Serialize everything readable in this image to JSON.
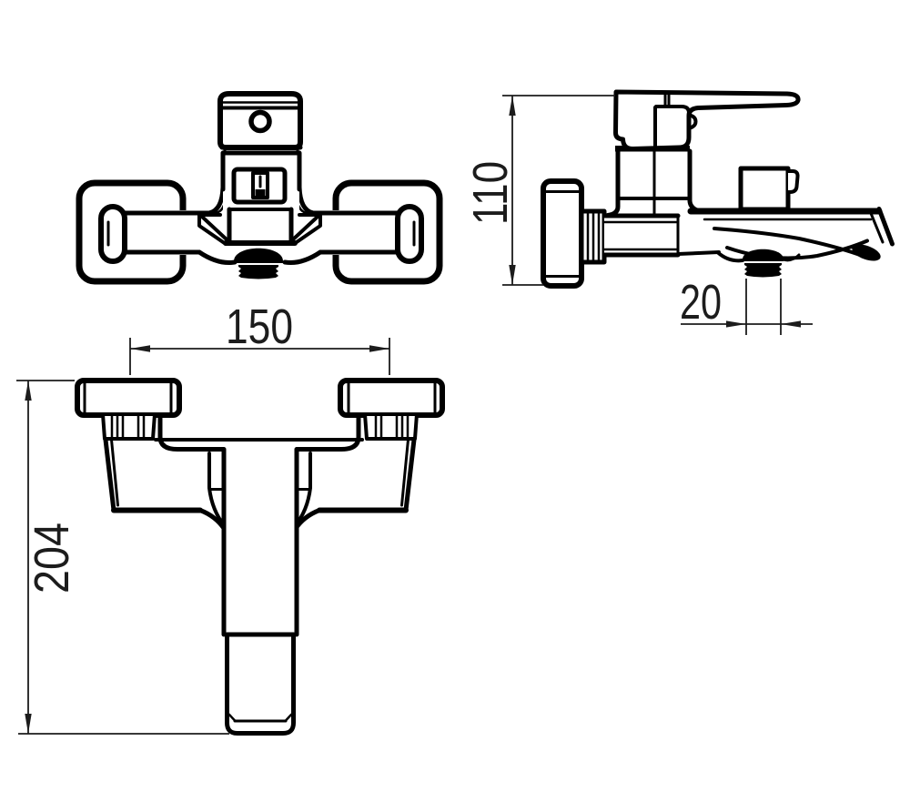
{
  "drawing": {
    "kind": "technical-dimension-drawing",
    "subject": "wall-mounted single-lever bath shower mixer faucet",
    "views": {
      "front": "front view with wall plates, lever cap and threaded shower outlet",
      "side": "side view with lever handle, wall flange and spout",
      "plan": "plan view with spout projection"
    },
    "line_color": "#000000",
    "dimension_color": "#1c1c1c",
    "background_color": "#ffffff"
  },
  "dimensions": {
    "d150": {
      "value": "150",
      "measures": "spacing between wall connections"
    },
    "d204": {
      "value": "204",
      "measures": "spout projection from wall"
    },
    "d110": {
      "value": "110",
      "measures": "body height"
    },
    "d20": {
      "value": "20",
      "measures": "shower outlet thread"
    }
  }
}
